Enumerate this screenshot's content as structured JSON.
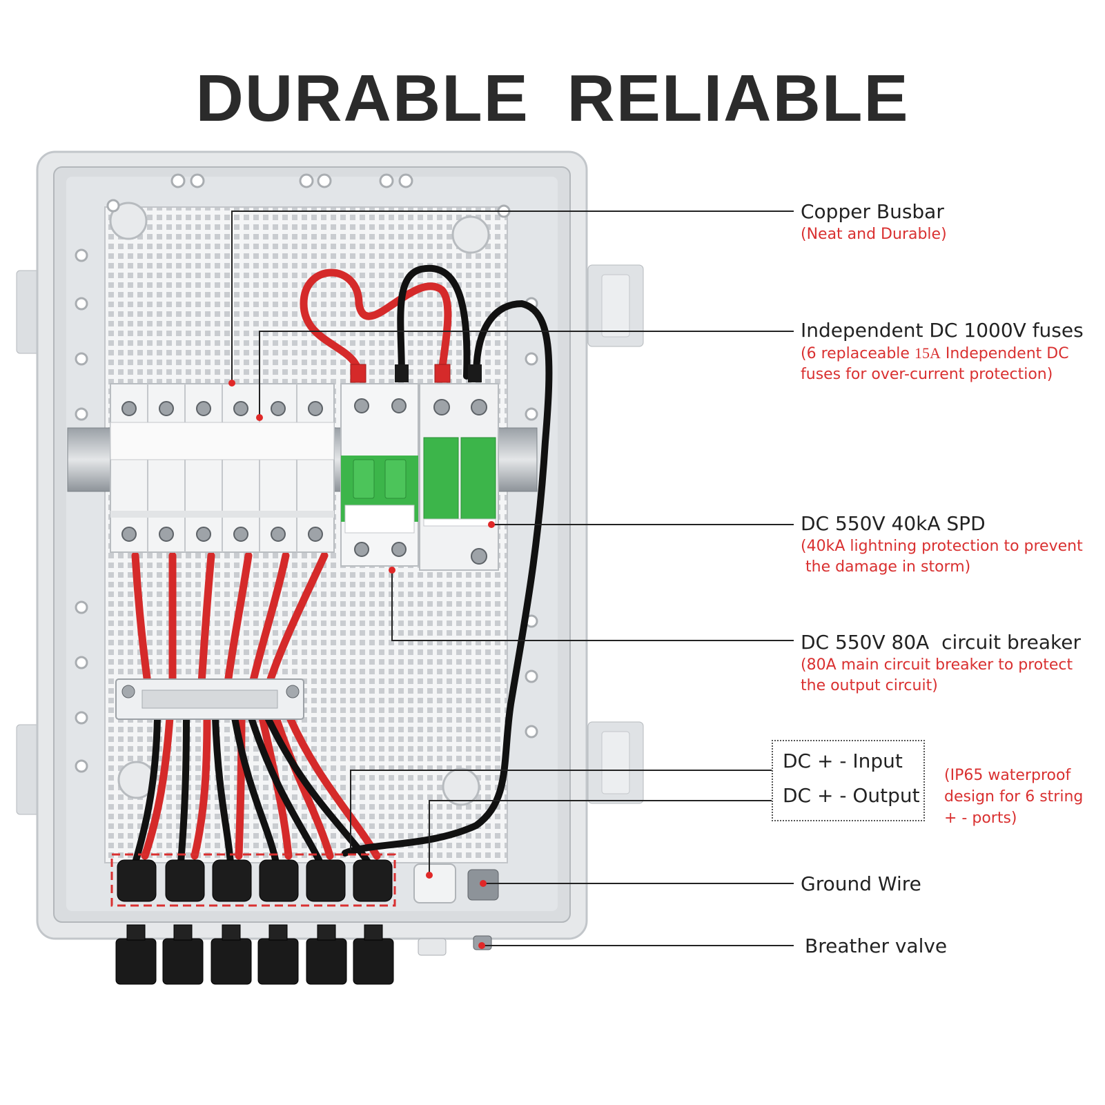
{
  "title": "DURABLE  RELIABLE",
  "labels": {
    "busbar": {
      "main": "Copper Busbar",
      "sub": "(Neat and Durable)"
    },
    "fuses": {
      "main": "Independent DC 1000V fuses",
      "sub1": "(6 replaceable ",
      "sub_rating": "15A",
      "sub2": " Independent DC",
      "sub3": "fuses for over-current protection)"
    },
    "spd": {
      "main": "DC 550V 40kA SPD",
      "sub1": "(40kA lightning protection to prevent",
      "sub2": " the damage in storm)"
    },
    "breaker": {
      "main": "DC 550V 80A  circuit breaker",
      "sub1": "(80A main circuit breaker to protect",
      "sub2": "the output circuit)"
    },
    "io": {
      "input": "DC + - Input",
      "output": "DC + - Output",
      "note1": "(IP65 waterproof",
      "note2": "design for 6 string",
      "note3": "+ - ports)"
    },
    "ground": {
      "main": "Ground Wire"
    },
    "breather": {
      "main": "Breather valve"
    }
  },
  "colors": {
    "annotation_red": "#d93030",
    "wire_red": "#d52a2a",
    "wire_black": "#111111",
    "spd_green": "#3cb54a",
    "enclosure": "#e9ebed"
  },
  "icons": [
    "fuse-holder-icon",
    "circuit-breaker-icon",
    "surge-protector-icon",
    "mc4-connector-icon",
    "ground-gland-icon",
    "breather-valve-icon"
  ]
}
